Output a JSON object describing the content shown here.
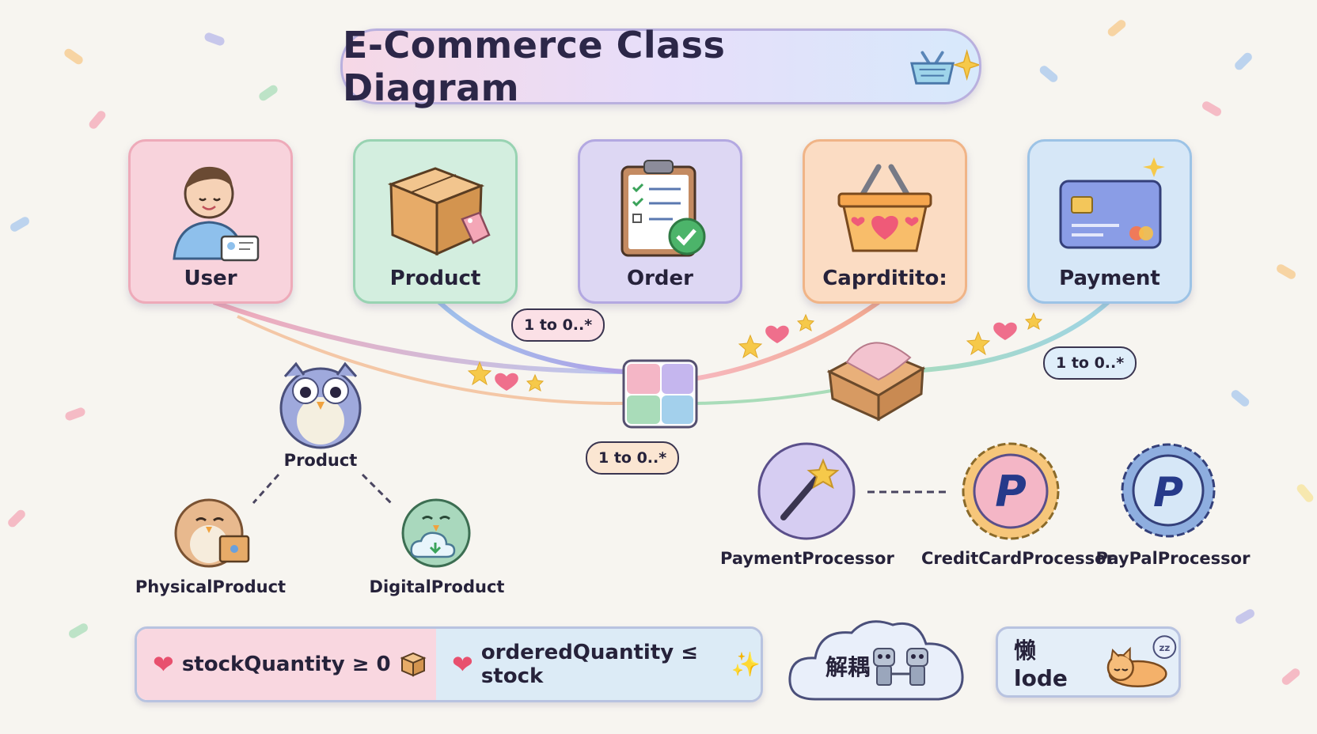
{
  "title": "E-Commerce Class Diagram",
  "classes": [
    {
      "label": "User",
      "icon": "user-badge-icon"
    },
    {
      "label": "Product",
      "icon": "package-box-icon"
    },
    {
      "label": "Order",
      "icon": "clipboard-check-icon"
    },
    {
      "label": "Caprditito:",
      "icon": "shopping-basket-icon"
    },
    {
      "label": "Payment",
      "icon": "credit-card-icon"
    }
  ],
  "multiplicities": [
    "1 to 0..*",
    "1 to 0..*",
    "1 to 0..*"
  ],
  "inheritance": {
    "parent": "Product",
    "children": [
      "PhysicalProduct",
      "DigitalProduct"
    ]
  },
  "payment_hierarchy": {
    "parent": "PaymentProcessor",
    "children": [
      "CreditCardProcessor",
      "PayPalProcessor"
    ]
  },
  "constraints": [
    "stockQuantity ≥ 0",
    "orderedQuantity ≤ stock"
  ],
  "notes": {
    "decoupling": "解耦",
    "lazy": "懒 lode"
  },
  "colors": {
    "user": "#f8d3dc",
    "product": "#d3eedf",
    "order": "#ddd7f3",
    "cart": "#fbdcc3",
    "payment": "#d6e7f7"
  }
}
